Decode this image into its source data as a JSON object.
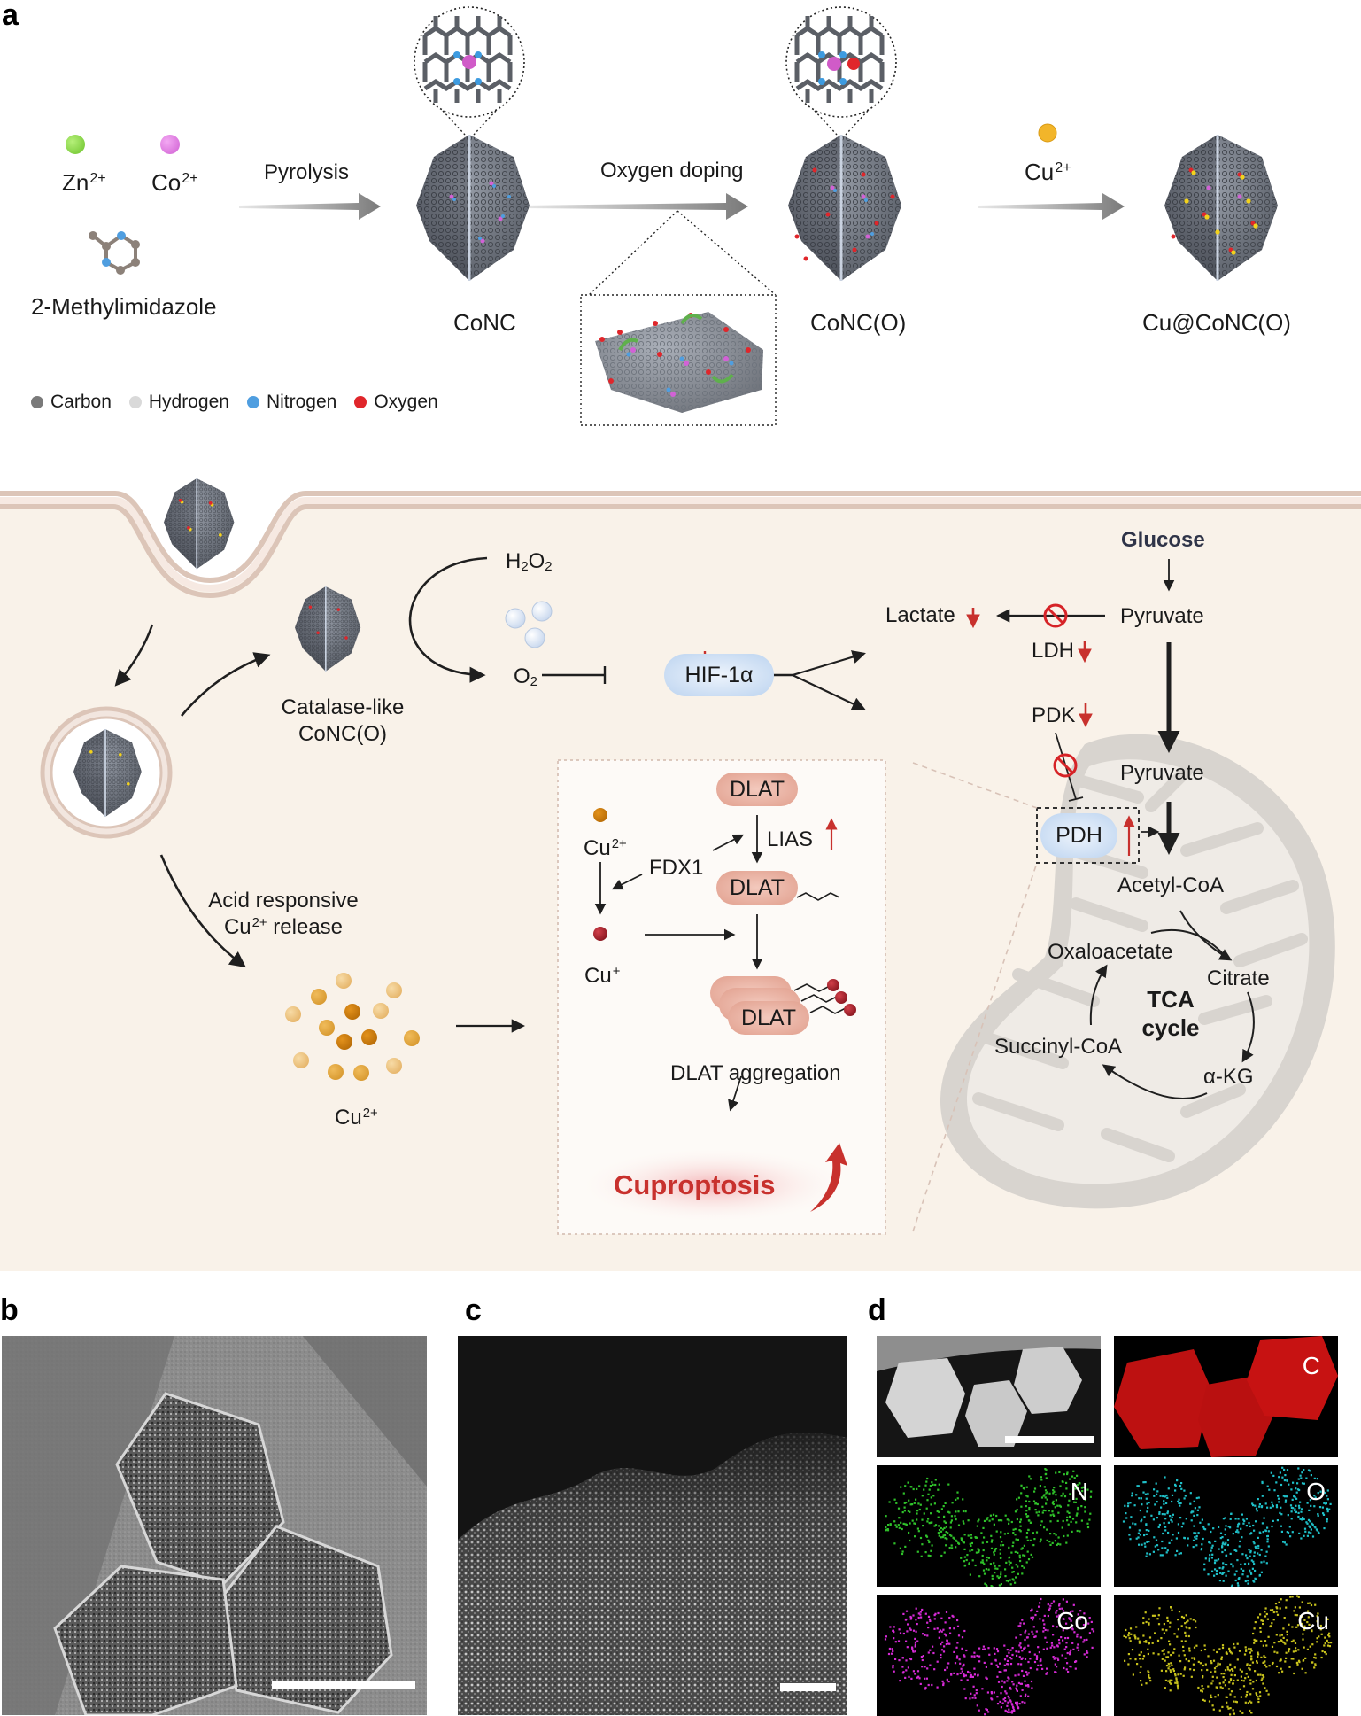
{
  "panels": {
    "a": "a",
    "b": "b",
    "c": "c",
    "d": "d"
  },
  "synthesis": {
    "precursors": {
      "zn": {
        "base": "Zn",
        "charge": "2+",
        "color": "#7ed43a"
      },
      "co": {
        "base": "Co",
        "charge": "2+",
        "color": "#d56ed8"
      },
      "ligand": "2-Methylimidazole"
    },
    "steps": [
      {
        "arrow_label": "Pyrolysis",
        "product": "CoNC"
      },
      {
        "arrow_label": "Oxygen doping",
        "product": "CoNC(O)"
      },
      {
        "arrow_label_base": "Cu",
        "arrow_label_charge": "2+",
        "product": "Cu@CoNC(O)"
      }
    ],
    "legend": [
      {
        "label": "Carbon",
        "color": "#7a7a7a"
      },
      {
        "label": "Hydrogen",
        "color": "#d9d9d9"
      },
      {
        "label": "Nitrogen",
        "color": "#4f9ee0"
      },
      {
        "label": "Oxygen",
        "color": "#e0262b"
      }
    ]
  },
  "mechanism": {
    "catalase": {
      "line1": "Catalase-like",
      "line2": "CoNC(O)"
    },
    "h2o2": {
      "base": "H",
      "sub1": "2",
      "mid": "O",
      "sub2": "2"
    },
    "o2": {
      "base": "O",
      "sub": "2"
    },
    "hif": "HIF-1α",
    "glucose": "Glucose",
    "pyruvate_cyto": "Pyruvate",
    "lactate": "Lactate",
    "ldh": "LDH",
    "pdk": "PDK",
    "pyruvate_mito": "Pyruvate",
    "pdh": "PDH",
    "acetyl_coa": "Acetyl-CoA",
    "tca": {
      "oxaloacetate": "Oxaloacetate",
      "citrate": "Citrate",
      "akg": "α-KG",
      "succinyl_coa": "Succinyl-CoA",
      "center_line1": "TCA",
      "center_line2": "cycle"
    },
    "acid_release": {
      "line1": "Acid responsive",
      "line2_base": "Cu",
      "line2_charge": "2+",
      "line2_rest": " release"
    },
    "cu_cluster": {
      "base": "Cu",
      "charge": "2+"
    },
    "inset": {
      "cu2": {
        "base": "Cu",
        "charge": "2+"
      },
      "cu1": {
        "base": "Cu",
        "charge": "+"
      },
      "fdx1": "FDX1",
      "lias": "LIAS",
      "dlat": "DLAT",
      "dlat_aggregation": "DLAT aggregation",
      "cuproptosis": "Cuproptosis"
    },
    "regulation": {
      "down": [
        "Lactate",
        "LDH",
        "PDK",
        "HIF-1α"
      ],
      "up": [
        "PDH",
        "LIAS",
        "Cuproptosis"
      ],
      "down_color": "#c8312d",
      "up_color": "#c8312d"
    },
    "colors": {
      "cell_bg": "#f9f2e9",
      "membrane": "#dcc5b8",
      "mito_outer": "#d8d4cf",
      "mito_inner": "#efebe6",
      "inhibit": "#d62327"
    }
  },
  "microscopy": {
    "b": {
      "type": "TEM",
      "has_scale_bar": true
    },
    "c": {
      "type": "HAADF-STEM",
      "has_scale_bar": true
    },
    "d": {
      "type": "EDS mapping",
      "maps": [
        {
          "label": "",
          "color": "#cfcfcf"
        },
        {
          "label": "C",
          "color": "#e01414"
        },
        {
          "label": "N",
          "color": "#2fc12a"
        },
        {
          "label": "O",
          "color": "#1fc0c8"
        },
        {
          "label": "Co",
          "color": "#d62ad6"
        },
        {
          "label": "Cu",
          "color": "#c8c21c"
        }
      ]
    }
  }
}
